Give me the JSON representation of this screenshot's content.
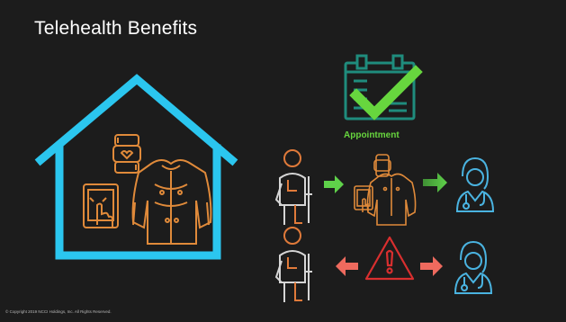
{
  "slide": {
    "title": "Telehealth Benefits",
    "appointment_label": "Appointment",
    "copyright": "© Copyright 2019 NCCI Holdings, Inc. All Rights Reserved."
  },
  "colors": {
    "background": "#1c1c1c",
    "house": "#2bc6ef",
    "device_orange": "#e08a3a",
    "calendar_teal": "#1f8c7d",
    "check_green": "#67d63e",
    "arrow_green": "#5fd14a",
    "arrow_red": "#ee6a5e",
    "warning_red": "#d92f2f",
    "doctor_blue": "#4ab3e0",
    "patient_outline": "#d5d5d5",
    "patient_accent": "#e07a3a"
  },
  "icons": {
    "house": "house-icon",
    "smartwatch": "smartwatch-icon",
    "tablet": "tablet-touch-icon",
    "smart_shirt": "smart-shirt-icon",
    "calendar": "calendar-check-icon",
    "patient": "injured-patient-icon",
    "doctor": "doctor-icon",
    "warning": "warning-triangle-icon"
  }
}
